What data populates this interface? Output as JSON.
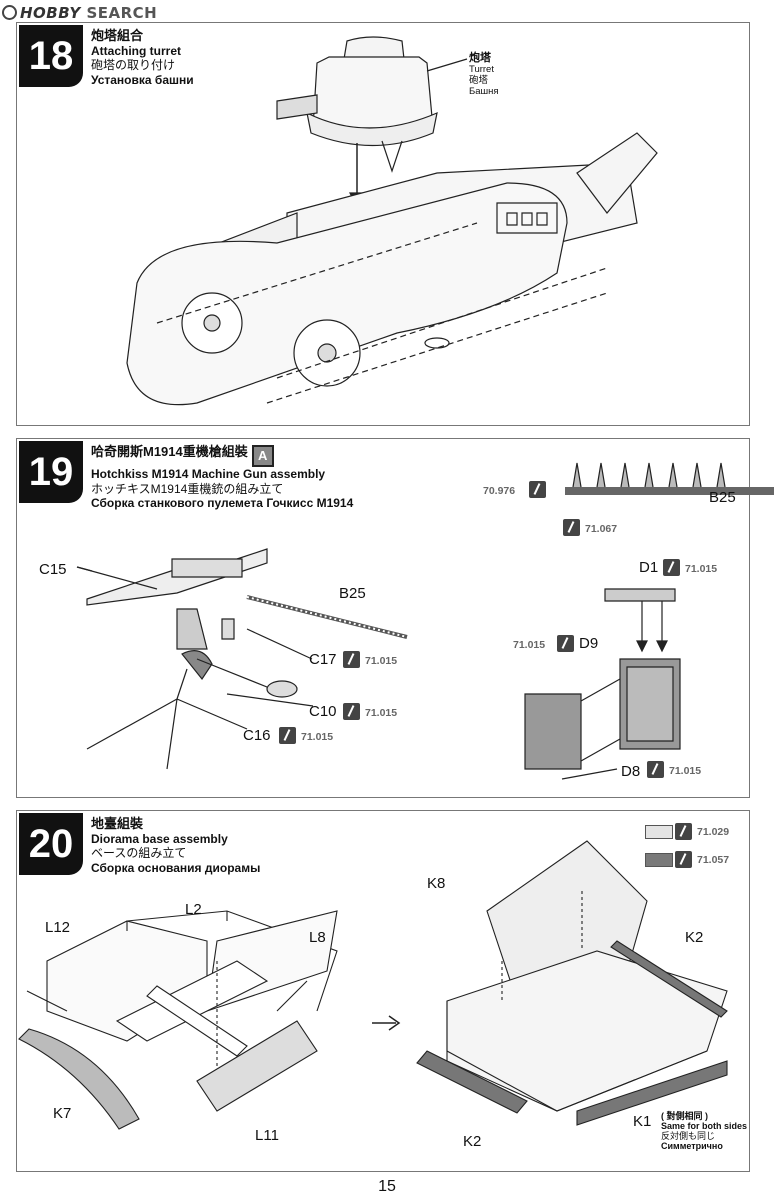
{
  "watermark": {
    "brand": "HOBBY",
    "suffix": "SEARCH"
  },
  "page_number": "15",
  "steps": [
    {
      "number": "18",
      "title_cn": "炮塔組合",
      "title_en": "Attaching turret",
      "title_jp": "砲塔の取り付け",
      "title_ru": "Установка башни",
      "callout": {
        "cn": "炮塔",
        "en": "Turret",
        "jp": "砲塔",
        "ru": "Башня"
      }
    },
    {
      "number": "19",
      "title_cn": "哈奇開斯M1914重機槍組裝",
      "title_badge": "A",
      "title_en": "Hotchkiss M1914 Machine Gun assembly",
      "title_jp": "ホッチキスM1914重機銃の組み立て",
      "title_ru": "Сборка станкового пулемета Гочкисс M1914",
      "parts": [
        "C15",
        "B25",
        "C17",
        "C10",
        "C16",
        "B25",
        "D1",
        "D9",
        "D8"
      ],
      "paints": {
        "c17": "71.015",
        "c10": "71.015",
        "c16": "71.015",
        "belt_left": "70.976",
        "belt_below": "71.067",
        "d1": "71.015",
        "d9": "71.015",
        "d8": "71.015"
      }
    },
    {
      "number": "20",
      "title_cn": "地臺組裝",
      "title_en": "Diorama base assembly",
      "title_jp": "ベースの組み立て",
      "title_ru": "Сборка основания диорамы",
      "parts": [
        "L12",
        "L2",
        "L8",
        "K7",
        "L11",
        "K8",
        "K2",
        "K2",
        "K1"
      ],
      "k1_note": {
        "cn": "( 對側相同 )",
        "en": "Same for both sides",
        "jp": "反対側も同じ",
        "ru": "Симметрично"
      },
      "legend": [
        {
          "code": "71.029",
          "color": "#e4e4e4"
        },
        {
          "code": "71.057",
          "color": "#7a7a7a"
        }
      ]
    }
  ]
}
